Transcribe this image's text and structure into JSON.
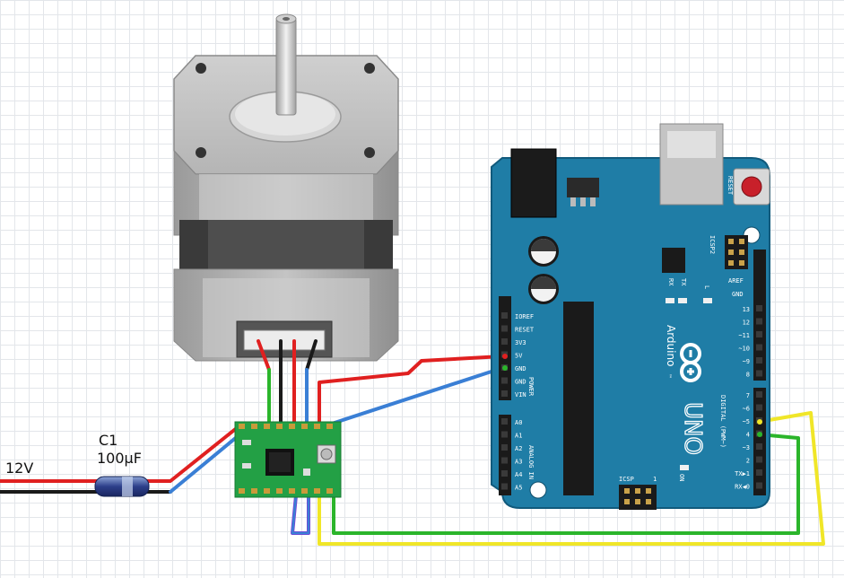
{
  "power": {
    "voltage": "12V"
  },
  "capacitor": {
    "name": "C1",
    "value": "100µF"
  },
  "arduino": {
    "brand": "Arduino",
    "tm": "™",
    "model": "UNO",
    "reset_label": "RESET",
    "icsp2_label": "ICSP2",
    "icsp_label": "ICSP",
    "tx_label": "TX",
    "rx_label": "RX",
    "l_label": "L",
    "on_label": "ON",
    "one_label": "1",
    "aref_label": "AREF",
    "gnd_label": "GND",
    "power_header_label": "POWER",
    "analog_header_label": "ANALOG IN",
    "digital_header_label": "DIGITAL (PWM~)",
    "power_pins": [
      "IOREF",
      "RESET",
      "3V3",
      "5V",
      "GND",
      "GND",
      "VIN"
    ],
    "analog_pins": [
      "A0",
      "A1",
      "A2",
      "A3",
      "A4",
      "A5"
    ],
    "digital_pins_top": [
      "13",
      "12",
      "~11",
      "~10",
      "~9",
      "8"
    ],
    "digital_pins_bottom": [
      "7",
      "~6",
      "~5",
      "4",
      "~3",
      "2",
      "TX▶1",
      "RX◀0"
    ]
  },
  "colors": {
    "board": "#1f7da6",
    "driver": "#23a045",
    "wire_red": "#e02020",
    "wire_blue": "#3a7fd5",
    "wire_green": "#2bb52b",
    "wire_yellow": "#f0e628",
    "wire_black": "#1a1a1a"
  }
}
